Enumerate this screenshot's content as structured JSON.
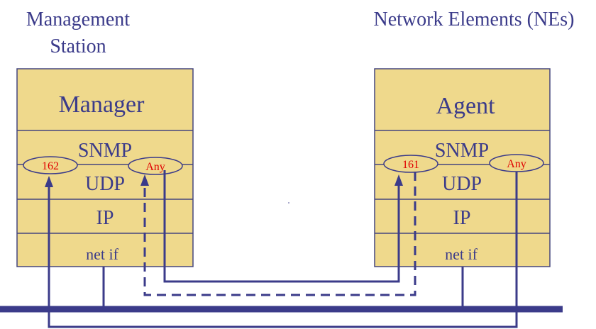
{
  "headings": {
    "management_station_line1": "Management",
    "management_station_line2": "Station",
    "network_elements": "Network Elements (NEs)"
  },
  "manager_stack": {
    "title": "Manager",
    "snmp": "SNMP",
    "udp": "UDP",
    "ip": "IP",
    "netif": "net if",
    "port_left": "162",
    "port_right": "Any"
  },
  "agent_stack": {
    "title": "Agent",
    "snmp": "SNMP",
    "udp": "UDP",
    "ip": "IP",
    "netif": "net if",
    "port_left": "161",
    "port_right": "Any"
  },
  "colors": {
    "box_fill": "#efd98c",
    "line_color": "#3b3b8a",
    "port_text": "#e00000"
  }
}
